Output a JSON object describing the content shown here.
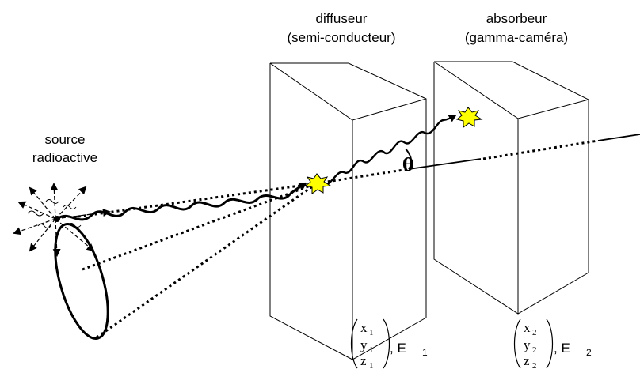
{
  "labels": {
    "source_line1": "source",
    "source_line2": "radioactive",
    "diffuser_line1": "diffuseur",
    "diffuser_line2": "(semi-conducteur)",
    "absorber_line1": "absorbeur",
    "absorber_line2": "(gamma-caméra)",
    "theta": "θ"
  },
  "coordinates": {
    "first": {
      "x": "x",
      "x_sub": "1",
      "y": "y",
      "y_sub": "1",
      "z": "z",
      "z_sub": "1",
      "energy": ", E",
      "energy_sub": "1"
    },
    "second": {
      "x": "x",
      "x_sub": "2",
      "y": "y",
      "y_sub": "2",
      "z": "z",
      "z_sub": "2",
      "energy": ", E",
      "energy_sub": "2"
    }
  },
  "colors": {
    "line": "#000000",
    "burst_fill": "#ffff00",
    "burst_stroke": "#000000",
    "background": "#ffffff"
  }
}
